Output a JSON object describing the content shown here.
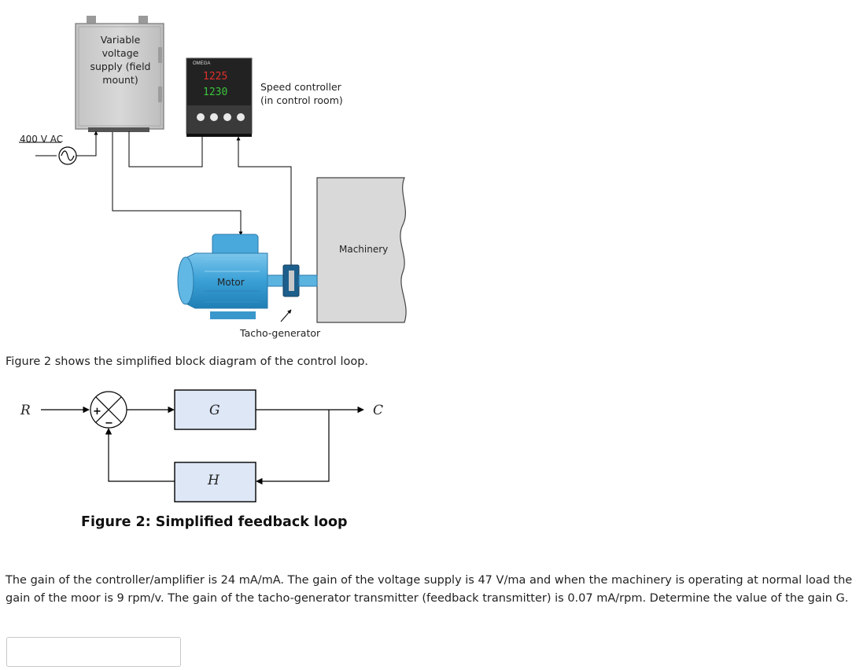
{
  "figure": {
    "supply_label": "Variable voltage supply (field mount)",
    "controller_label": "Speed controller\n(in control room)",
    "controller_brand": "OMEGA",
    "controller_pv": "1225",
    "controller_sv": "1230",
    "source_label": "400 V AC",
    "motor_label": "Motor",
    "machinery_label": "Machinery",
    "tacho_label": "Tacho-generator"
  },
  "intro_text": "Figure 2 shows the simplified block diagram of the control loop.",
  "block_diagram": {
    "input": "R",
    "output": "C",
    "forward_block": "G",
    "feedback_block": "H",
    "sum_plus": "+",
    "sum_minus": "−",
    "caption": "Figure 2: Simplified feedback loop"
  },
  "problem_text": "The gain of the controller/amplifier is 24 mA/mA. The gain of the voltage supply is 47 V/ma and when the machinery is operating at normal load the gain of the moor is 9 rpm/v. The gain of the tacho-generator transmitter (feedback transmitter) is 0.07 mA/rpm. Determine the value of the gain G.",
  "answer": {
    "value": ""
  },
  "colors": {
    "block_fill": "#dde7f5",
    "machinery_fill": "#d9d9d9",
    "motor_blue": "#4aa9dc",
    "display_red": "#e0302a",
    "display_green": "#3cc43c",
    "wire": "#000000"
  }
}
